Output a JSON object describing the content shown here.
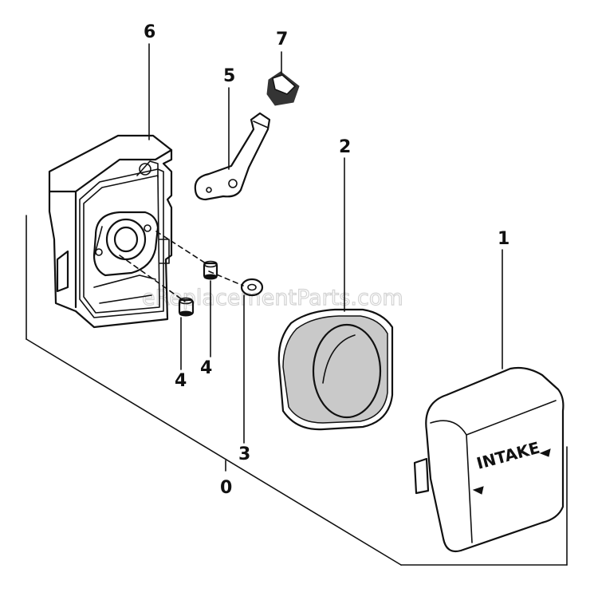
{
  "diagram": {
    "callouts": {
      "c1": "1",
      "c2": "2",
      "c3": "3",
      "c4a": "4",
      "c4b": "4",
      "c5": "5",
      "c6": "6",
      "c7": "7",
      "c0": "0"
    },
    "cover_label": "INTAKE",
    "watermark": "eReplacementParts.com"
  }
}
